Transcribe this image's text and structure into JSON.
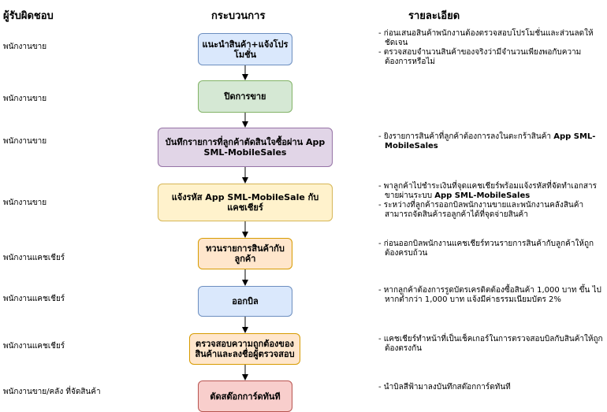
{
  "headers": {
    "responsible": "ผู้รับผิดชอบ",
    "process": "กระบวนการ",
    "detail": "รายละเอียด"
  },
  "roles": [
    "พนักงานขาย",
    "พนักงานขาย",
    "พนักงานขาย",
    "พนักงานขาย",
    "พนักงานแคชเชียร์",
    "พนักงานแคชเชียร์",
    "พนักงานแคชเชียร์",
    "พนักงานขาย/คลัง ที่จัดสินค้า"
  ],
  "steps": [
    "แนะนำสินค้า+แจ้งโปรโมชั่น",
    "ปิดการขาย",
    "บันทึกรายการที่ลูกค้าตัดสินใจซื้อผ่าน App SML-MobileSales",
    "แจ้งรหัส App SML-MobileSale กับแคชเชียร์",
    "ทวนรายการสินค้ากับลูกค้า",
    "ออกบิล",
    "ตรวจสอบความถูกต้องของสินค้าและลงชื่อผู้ตรวจสอบ",
    "ตัดสต๊อกการ์ดทันที"
  ],
  "details": {
    "d1a": "- ก่อนเสนอสินค้าพนักงานต้องตรวจสอบโปรโมชั่นและส่วนลดให้ชัดเจน",
    "d1b": "- ตรวจสอบจำนวนสินค้าของจริงว่ามีจำนวนเพียงพอกับความต้องการหรือไม่",
    "d3": "- ยิงรายการสินค้าที่ลูกค้าต้องการลงในตะกร้าสินค้า",
    "d3bold": "App SML-MobileSales",
    "d4a": "- พาลูกค้าไปชำระเงินที่จุดแคชเชียร์พร้อมแจ้งรหัสที่จัดทำเอกสารขายผ่านระบบ",
    "d4abold": "App SML-MobileSales",
    "d4b": "- ระหว่างที่ลูกค้ารออกบิลพนักงานขายและพนักงานคลังสินค้าสามารถจัดสินค้ารอลูกค้าได้ที่จุดจ่ายสินค้า",
    "d5": "- ก่อนออกบิลพนักงานแคชเชียร์ทวนรายการสินค้ากับลูกค้าให้ถูกต้องครบถ้วน",
    "d6": "- หากลูกค้าต้องการรูดบัตรเครดิตต้องซื้อสินค้า 1,000 บาท ขึ้น ไป หากต่ำกว่า 1,000 บาท แจ้งมีค่าธรรมเนียมบัตร 2%",
    "d7": "- แคชเชียร์ทำหน้าที่เป็นเช็คเกอร์ในการตรวจสอบบิลกับสินค้าให้ถูกต้องตรงกัน",
    "d8": "- นำบิลสีฟ้ามาลงบันทึกสต๊อกการ์ดทันที"
  }
}
